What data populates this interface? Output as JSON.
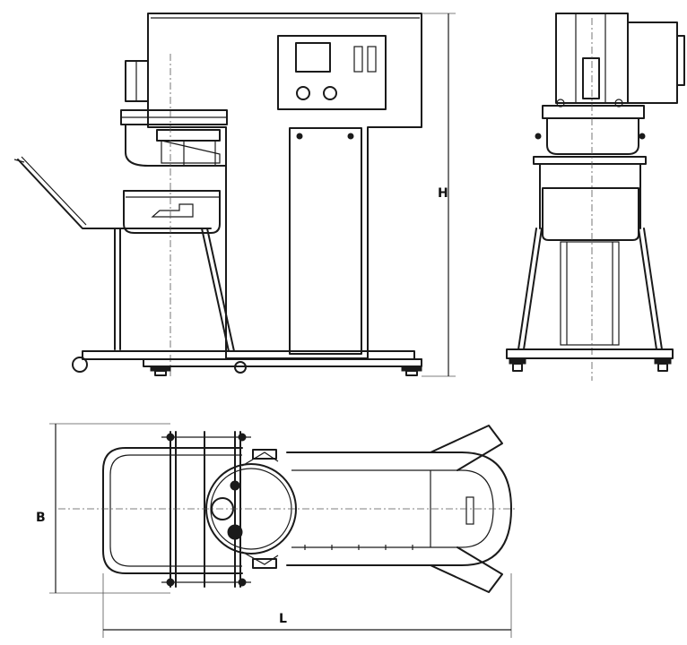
{
  "dimensions": {
    "height_label": "H",
    "width_label": "B",
    "length_label": "L"
  },
  "views": [
    "front-elevation",
    "side-elevation",
    "top-plan"
  ]
}
